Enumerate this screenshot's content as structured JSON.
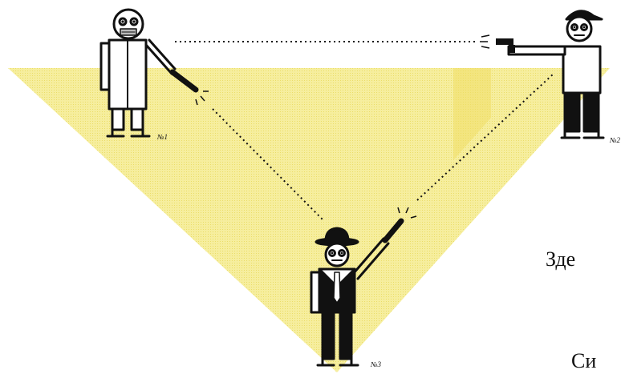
{
  "figures": [
    {
      "id": "n1",
      "label": "№1"
    },
    {
      "id": "n2",
      "label": "№2"
    },
    {
      "id": "n3",
      "label": "№3"
    }
  ],
  "captions": {
    "line1": "Зде",
    "line2": "Си"
  },
  "colors": {
    "triangle_fill": "#f6ee9e",
    "triangle_band": "#f1e06e",
    "ink": "#111111"
  }
}
